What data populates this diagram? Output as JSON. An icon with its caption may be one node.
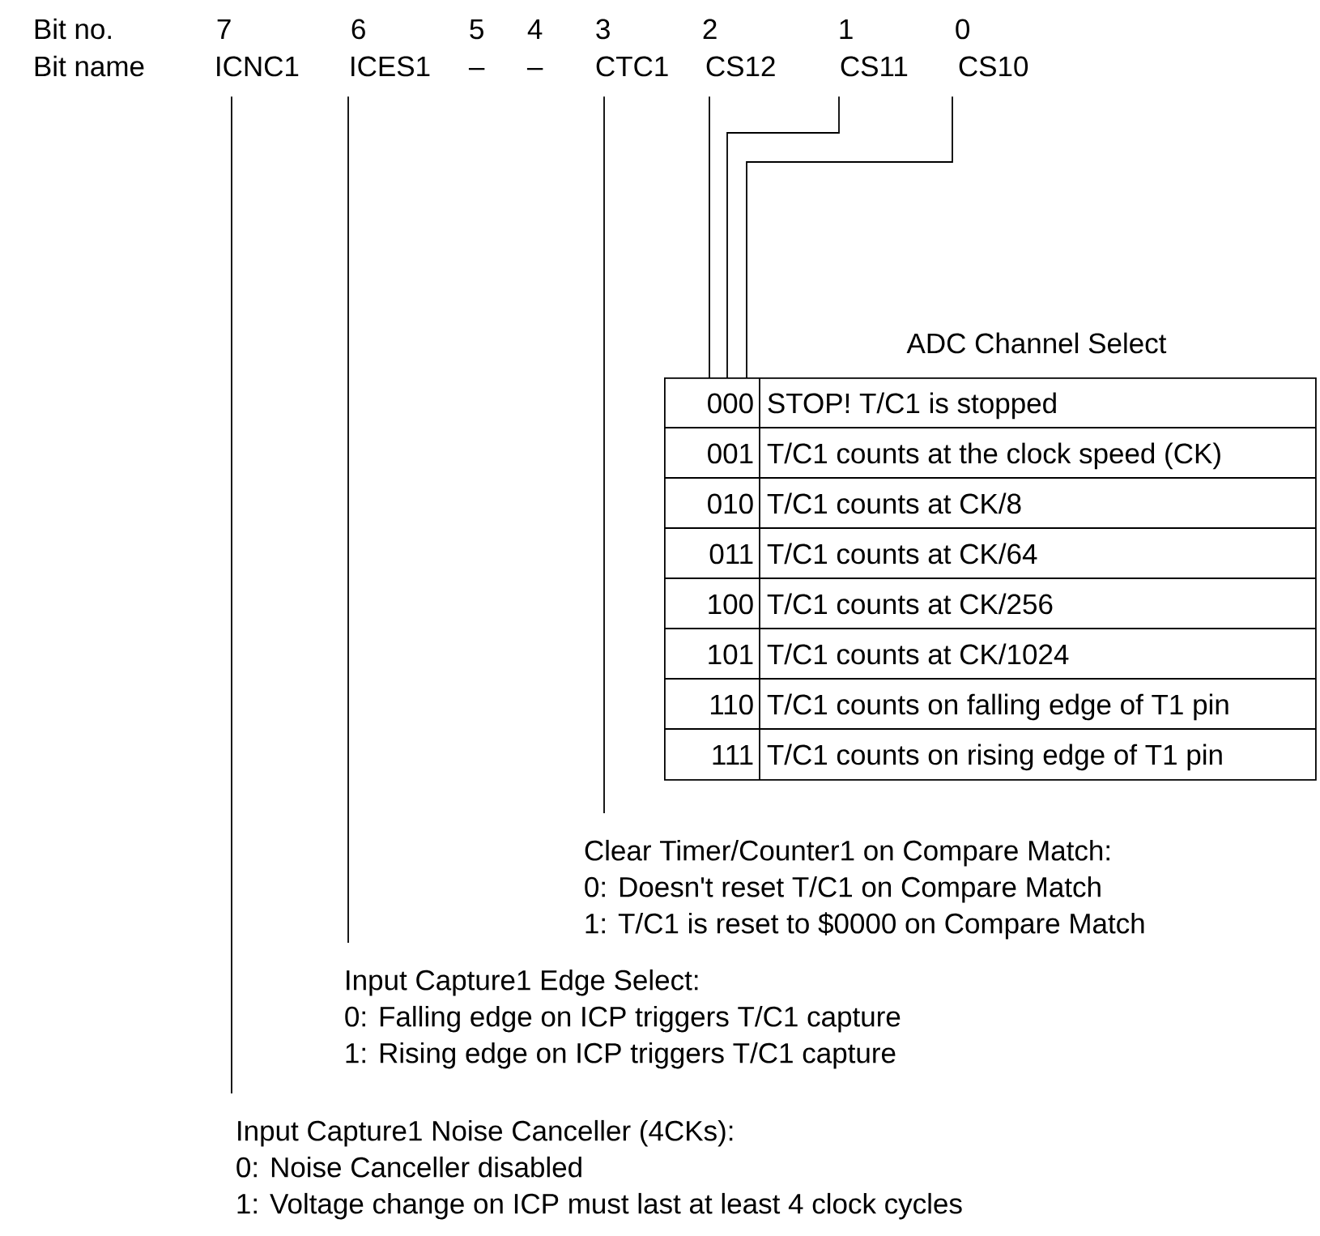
{
  "diagram": {
    "nodes": [
      {
        "text": [
          "ICNC1"
        ]
      },
      {
        "text": [
          "ICES1"
        ]
      },
      {
        "text": [
          "CTC1"
        ]
      },
      {
        "text": [
          "CS12"
        ]
      },
      {
        "text": [
          "CS11"
        ]
      },
      {
        "text": [
          "CS10"
        ]
      },
      {
        "text": [
          "ADC Channel Select"
        ]
      },
      {
        "text": [
          "Clear Timer/Counter1 on Compare Match:",
          "0: Doesn't reset T/C1 on Compare Match",
          "1: T/C1 is reset to $0000 on Compare Match"
        ]
      },
      {
        "text": [
          "Input Capture1 Edge Select:",
          "0: Falling edge on ICP triggers T/C1 capture",
          "1: Rising edge on ICP triggers T/C1 capture"
        ]
      },
      {
        "text": [
          "Input Capture1 Noise Canceller (4CKs):",
          "0: Noise Canceller disabled",
          "1: Voltage change on ICP must last at least 4 clock cycles"
        ]
      }
    ],
    "edges": [
      {
        "from": 3,
        "to": 6,
        "arrow": "none"
      },
      {
        "from": 4,
        "to": 6,
        "arrow": "none"
      },
      {
        "from": 5,
        "to": 6,
        "arrow": "none"
      },
      {
        "from": 2,
        "to": 7,
        "arrow": "none"
      },
      {
        "from": 1,
        "to": 8,
        "arrow": "none"
      },
      {
        "from": 0,
        "to": 9,
        "arrow": "none"
      }
    ],
    "labels": [
      "Bit no.",
      "7",
      "6",
      "5",
      "4",
      "3",
      "2",
      "1",
      "0",
      "Bit name",
      "–",
      "–",
      "000",
      "STOP! T/C1 is stopped",
      "001",
      "T/C1 counts at the clock speed (CK)",
      "010",
      "T/C1 counts at CK/8",
      "011",
      "T/C1 counts at CK/64",
      "100",
      "T/C1 counts at CK/256",
      "101",
      "T/C1 counts at CK/1024",
      "110",
      "T/C1 counts on falling edge of T1 pin",
      "111",
      "T/C1 counts on rising edge of T1 pin"
    ]
  }
}
